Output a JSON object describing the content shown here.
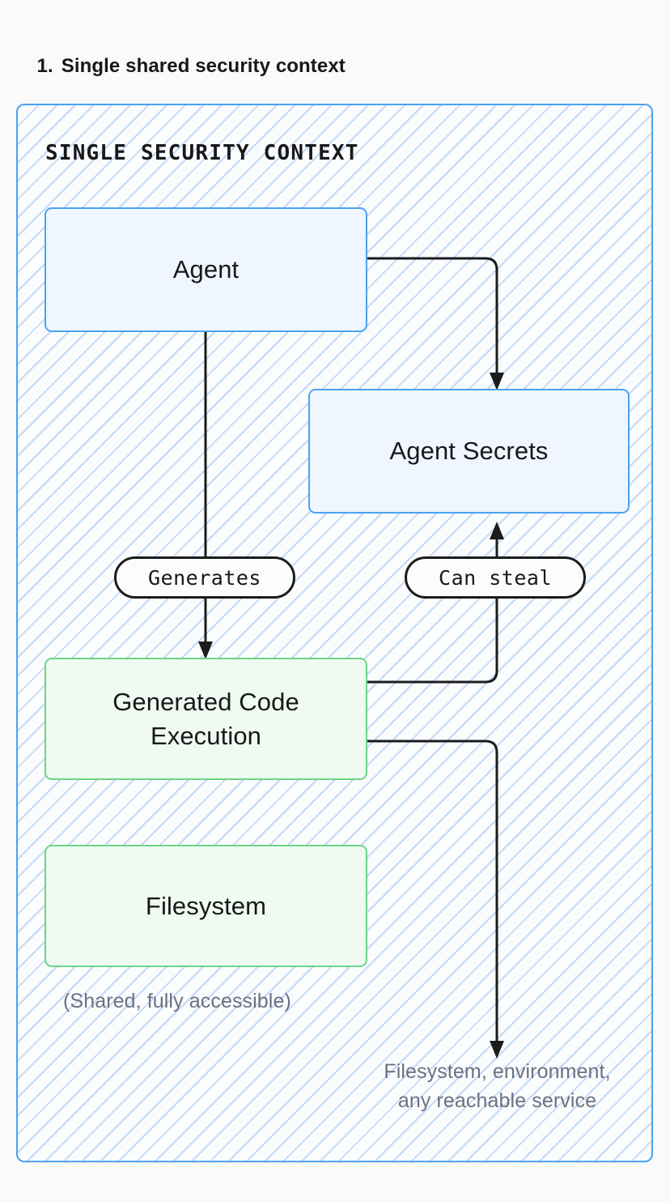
{
  "page": {
    "title_number": "1.",
    "title_text": "Single shared security context",
    "background_color": "#fafafa"
  },
  "container": {
    "label": "SINGLE SECURITY CONTEXT",
    "border_color": "#4aa3f0",
    "hatch_color": "#c3d9f7",
    "fill_color": "#fbfcfe"
  },
  "nodes": [
    {
      "id": "agent",
      "label": "Agent",
      "kind": "trusted",
      "fill": "#eff6ff",
      "border": "#4aa3f0"
    },
    {
      "id": "agent-secrets",
      "label": "Agent Secrets",
      "kind": "trusted",
      "fill": "#eff6ff",
      "border": "#4aa3f0"
    },
    {
      "id": "generated-code",
      "label": "Generated Code\nExecution",
      "kind": "untrusted",
      "fill": "#effbf1",
      "border": "#6bd585"
    },
    {
      "id": "filesystem",
      "label": "Filesystem",
      "kind": "untrusted",
      "fill": "#effbf1",
      "border": "#6bd585"
    }
  ],
  "edges": [
    {
      "id": "agent-to-secrets",
      "from": "agent",
      "to": "agent-secrets",
      "label": ""
    },
    {
      "id": "agent-to-generated-code",
      "from": "agent",
      "to": "generated-code",
      "label": "Generates"
    },
    {
      "id": "generated-code-to-secrets",
      "from": "generated-code",
      "to": "agent-secrets",
      "label": "Can steal"
    },
    {
      "id": "generated-code-to-environment",
      "from": "generated-code",
      "to": "environment",
      "label": ""
    }
  ],
  "edge_labels": {
    "generates": "Generates",
    "can_steal": "Can steal"
  },
  "captions": {
    "shared_note": "(Shared, fully accessible)",
    "reach_note": "Filesystem, environment,\nany reachable service"
  },
  "colors": {
    "arrow": "#1c1c1c",
    "caption_text": "#6b7280",
    "heading_text": "#18181b"
  }
}
